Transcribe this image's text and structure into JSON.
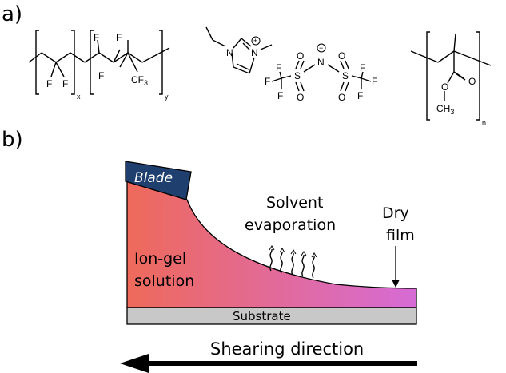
{
  "panel_a": {
    "label": "a)",
    "pvdf_hfp": {
      "atom_F1": "F",
      "atom_F2": "F",
      "atom_F3": "F",
      "atom_F4": "F",
      "atom_F5": "F",
      "group_CF3": "CF",
      "cf3_sub": "3",
      "sub_x": "x",
      "sub_y": "y"
    },
    "emim_tfsi": {
      "atom_N1": "N",
      "atom_N2": "N",
      "charge_plus": "+",
      "atom_N3": "N",
      "charge_minus": "−",
      "atom_S1": "S",
      "atom_S2": "S",
      "atom_O1": "O",
      "atom_O2": "O",
      "atom_O3": "O",
      "atom_O4": "O",
      "atom_F": [
        "F",
        "F",
        "F",
        "F",
        "F",
        "F"
      ]
    },
    "pmma": {
      "atom_O1": "O",
      "atom_O2": "O",
      "group_CH3": "CH",
      "ch3_sub": "3",
      "sub_n": "n"
    }
  },
  "panel_b": {
    "label": "b)",
    "blade_label": "Blade",
    "solution_label_line1": "Ion-gel",
    "solution_label_line2": "solution",
    "evaporation_label_line1": "Solvent",
    "evaporation_label_line2": "evaporation",
    "dry_film_label_line1": "Dry",
    "dry_film_label_line2": "film",
    "substrate_label": "Substrate",
    "shearing_label": "Shearing direction",
    "colors": {
      "blade_fill": "#1f3f6e",
      "gel_left": "#ee6a5a",
      "gel_right": "#d66bd6",
      "substrate_fill": "#c8c8c8",
      "arrow": "#000000"
    }
  }
}
